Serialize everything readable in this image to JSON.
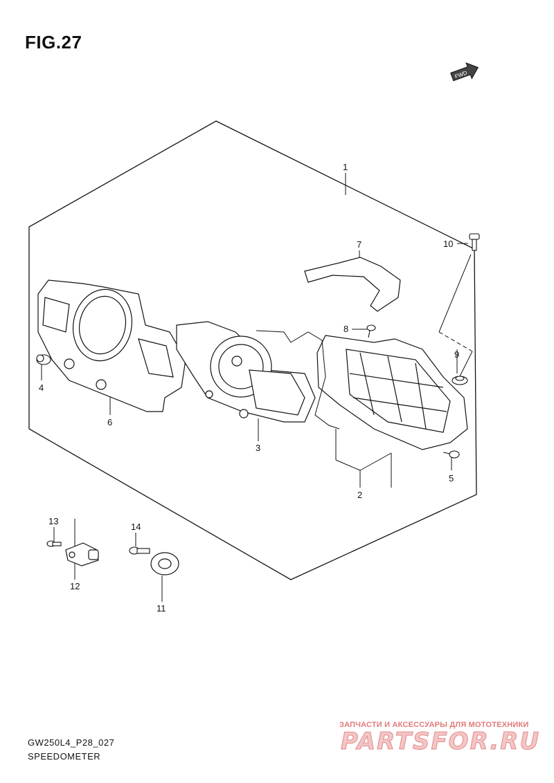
{
  "figure": {
    "title": "FIG.27"
  },
  "direction_badge": {
    "text": "FWD"
  },
  "callouts": [
    {
      "id": "1",
      "label": "1"
    },
    {
      "id": "2",
      "label": "2"
    },
    {
      "id": "3",
      "label": "3"
    },
    {
      "id": "4",
      "label": "4"
    },
    {
      "id": "5",
      "label": "5"
    },
    {
      "id": "6",
      "label": "6"
    },
    {
      "id": "7",
      "label": "7"
    },
    {
      "id": "8",
      "label": "8"
    },
    {
      "id": "9",
      "label": "9"
    },
    {
      "id": "10",
      "label": "10"
    },
    {
      "id": "11",
      "label": "11"
    },
    {
      "id": "12",
      "label": "12"
    },
    {
      "id": "13",
      "label": "13"
    },
    {
      "id": "14",
      "label": "14"
    }
  ],
  "footer": {
    "code": "GW250L4_P28_027",
    "name": "SPEEDOMETER"
  },
  "watermark": {
    "tagline": "ЗАПЧАСТИ И АКСЕССУАРЫ ДЛЯ МОТОТЕХНИКИ",
    "brand": "PARTSFOR.RU"
  }
}
